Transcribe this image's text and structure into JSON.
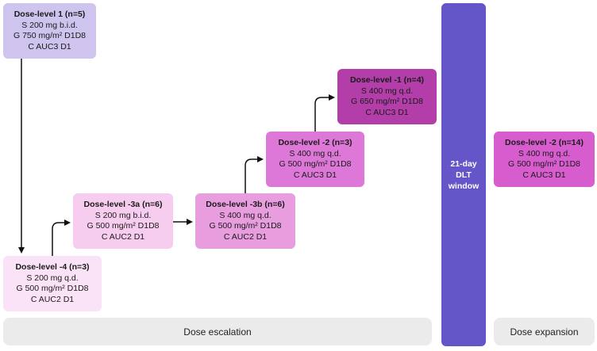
{
  "boxes": {
    "dl1": {
      "title": "Dose-level 1 (n=5)",
      "lines": [
        "S 200 mg b.i.d.",
        "G 750 mg/m² D1D8",
        "C AUC3 D1"
      ],
      "color": "#cfc4ee"
    },
    "dl3a": {
      "title": "Dose-level -3a (n=6)",
      "lines": [
        "S 200 mg b.i.d.",
        "G 500 mg/m² D1D8",
        "C AUC2 D1"
      ],
      "color": "#f6cdef"
    },
    "dl3b": {
      "title": "Dose-level -3b (n=6)",
      "lines": [
        "S 400 mg q.d.",
        "G 500 mg/m² D1D8",
        "C AUC2 D1"
      ],
      "color": "#e89ddf"
    },
    "dl4": {
      "title": "Dose-level -4 (n=3)",
      "lines": [
        "S 200 mg q.d.",
        "G 500 mg/m² D1D8",
        "C AUC2 D1"
      ],
      "color": "#fbe3f7"
    },
    "dl2": {
      "title": "Dose-level -2 (n=3)",
      "lines": [
        "S 400 mg q.d.",
        "G 500 mg/m² D1D8",
        "C AUC3 D1"
      ],
      "color": "#de78d8"
    },
    "dl_minus1": {
      "title": "Dose-level -1 (n=4)",
      "lines": [
        "S 400 mg q.d.",
        "G 650 mg/m² D1D8",
        "C AUC3 D1"
      ],
      "color": "#b43ea9"
    },
    "expansion": {
      "title": "Dose-level -2 (n=14)",
      "lines": [
        "S 400 mg q.d.",
        "G 500 mg/m² D1D8",
        "C AUC3 D1"
      ],
      "color": "#d75dcf"
    }
  },
  "dlt_window": {
    "lines": [
      "21-day",
      "DLT",
      "window"
    ],
    "color": "#6456c8"
  },
  "phases": {
    "escalation": "Dose escalation",
    "expansion": "Dose expansion"
  }
}
